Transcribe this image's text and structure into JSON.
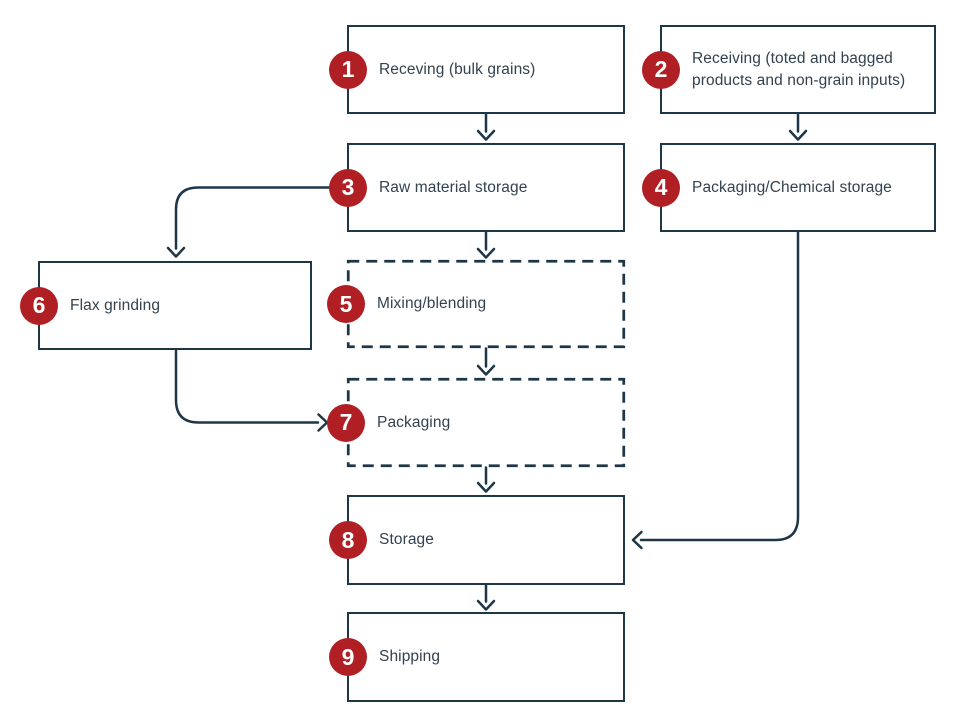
{
  "diagram": {
    "type": "flowchart",
    "nodes": [
      {
        "number": "1",
        "label": "Receving (bulk grains)",
        "border": "solid"
      },
      {
        "number": "2",
        "label": "Receiving (toted and bagged products and non-grain inputs)",
        "border": "solid"
      },
      {
        "number": "3",
        "label": "Raw material storage",
        "border": "solid"
      },
      {
        "number": "4",
        "label": "Packaging/Chemical storage",
        "border": "solid"
      },
      {
        "number": "5",
        "label": "Mixing/blending",
        "border": "dashed"
      },
      {
        "number": "6",
        "label": "Flax grinding",
        "border": "solid"
      },
      {
        "number": "7",
        "label": "Packaging",
        "border": "dashed"
      },
      {
        "number": "8",
        "label": "Storage",
        "border": "solid"
      },
      {
        "number": "9",
        "label": "Shipping",
        "border": "solid"
      }
    ],
    "edges": [
      {
        "from": "1",
        "to": "3"
      },
      {
        "from": "2",
        "to": "4"
      },
      {
        "from": "3",
        "to": "5"
      },
      {
        "from": "3",
        "to": "6"
      },
      {
        "from": "4",
        "to": "8"
      },
      {
        "from": "5",
        "to": "7"
      },
      {
        "from": "6",
        "to": "7"
      },
      {
        "from": "7",
        "to": "8"
      },
      {
        "from": "8",
        "to": "9"
      }
    ]
  },
  "colors": {
    "ink": "#1e3748",
    "text": "#33424e",
    "badge": "#b01f24",
    "badge_number": "#ffffff",
    "node_fill": "#ffffff"
  }
}
